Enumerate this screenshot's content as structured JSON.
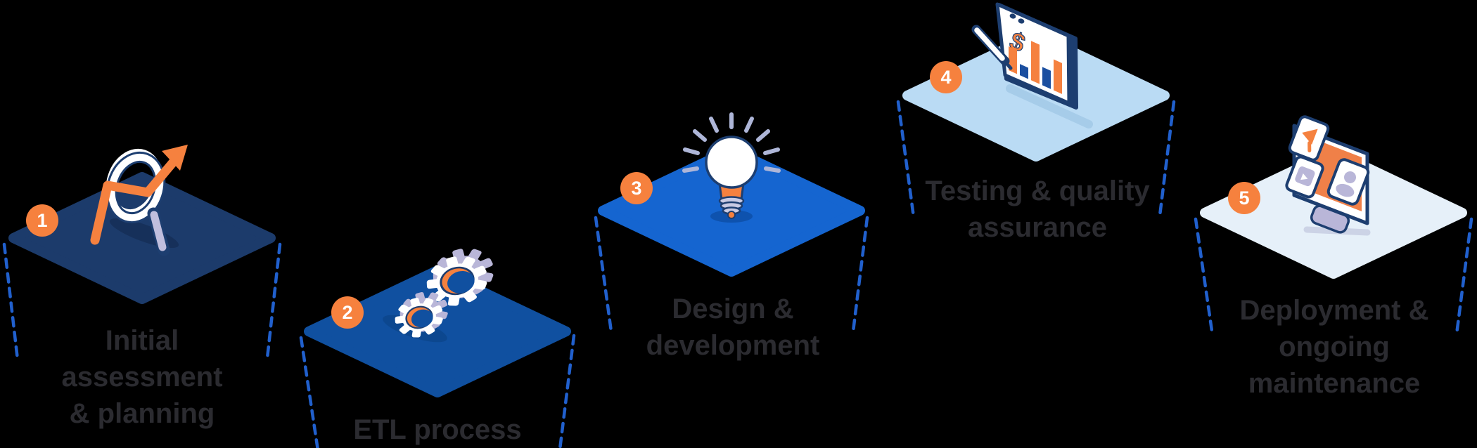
{
  "diagram": {
    "background": "#000000",
    "text_color": "#2b2b30",
    "badge_color": "#f6813e",
    "dash_color": "#2160cd",
    "outline_color": "#1d3e70",
    "accent_orange": "#f5813f",
    "accent_lavender": "#b9b6d8",
    "steps": [
      {
        "number": "1",
        "label": "Initial assessment & planning",
        "label_lines": [
          "Initial",
          "assessment",
          "& planning"
        ],
        "platform_color": "#1c3b6b",
        "icon": "magnifier-trend-arrow"
      },
      {
        "number": "2",
        "label": "ETL process",
        "label_lines": [
          "ETL process"
        ],
        "platform_color": "#1050a0",
        "icon": "gears"
      },
      {
        "number": "3",
        "label": "Design & development",
        "label_lines": [
          "Design &",
          "development"
        ],
        "platform_color": "#1565d0",
        "icon": "lightbulb"
      },
      {
        "number": "4",
        "label": "Testing & quality assurance",
        "label_lines": [
          "Testing & quality",
          "assurance"
        ],
        "platform_color": "#badbf4",
        "icon": "chart-tablet-stylus"
      },
      {
        "number": "5",
        "label": "Deployment & ongoing maintenance",
        "label_lines": [
          "Deployment &",
          "ongoing",
          "maintenance"
        ],
        "platform_color": "#e6f0f9",
        "icon": "monitor-apps"
      }
    ]
  }
}
